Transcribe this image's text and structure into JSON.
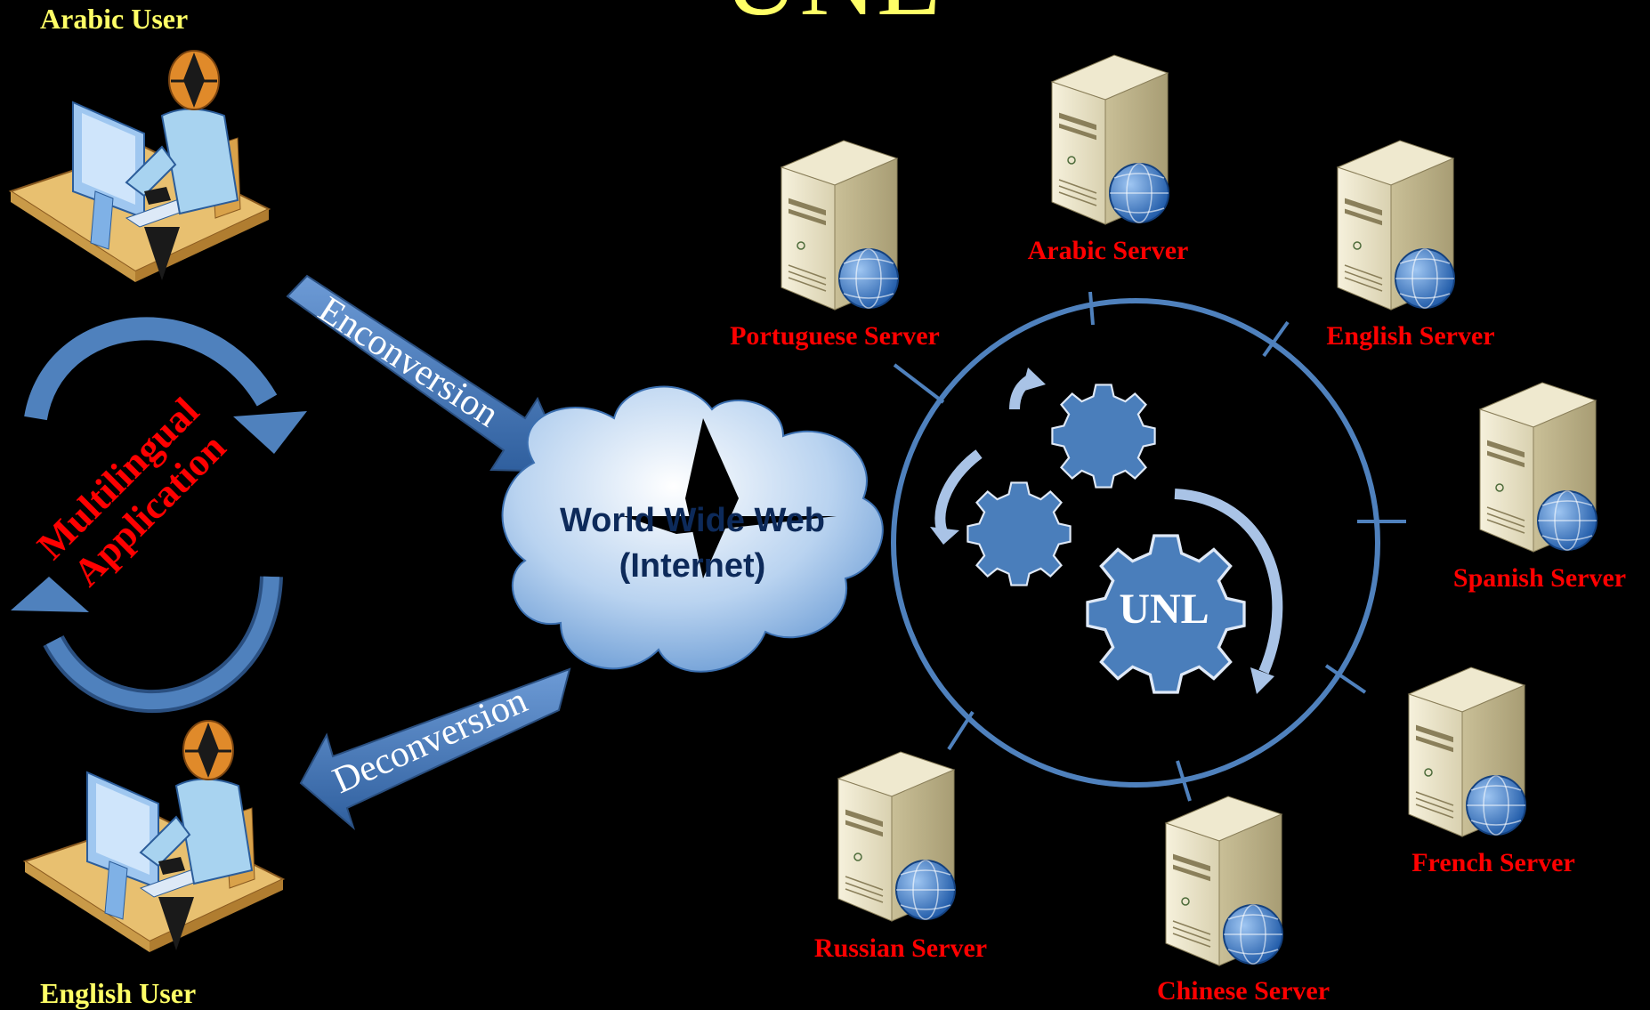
{
  "title": "UNL",
  "users": {
    "top": "Arabic User",
    "bottom": "English User"
  },
  "cycle": {
    "line1": "Multilingual",
    "line2": "Application"
  },
  "flows": {
    "enconversion": "Enconversion",
    "deconversion": "Deconversion"
  },
  "web": {
    "line1": "World Wide Web",
    "line2": "(Internet)"
  },
  "hub": {
    "gear_label": "UNL"
  },
  "servers": [
    "Portuguese Server",
    "Arabic Server",
    "English Server",
    "Spanish Server",
    "French Server",
    "Chinese Server",
    "Russian Server"
  ],
  "colors": {
    "background": "#000000",
    "user_label": "#ffff66",
    "server_label": "#ff0000",
    "cycle_label": "#ff0000",
    "accent_blue": "#4f81bd",
    "gear_fill": "#4a7ebb"
  },
  "icons": [
    "user-at-computer-icon",
    "server-icon",
    "globe-icon",
    "cloud-icon",
    "gear-icon"
  ]
}
